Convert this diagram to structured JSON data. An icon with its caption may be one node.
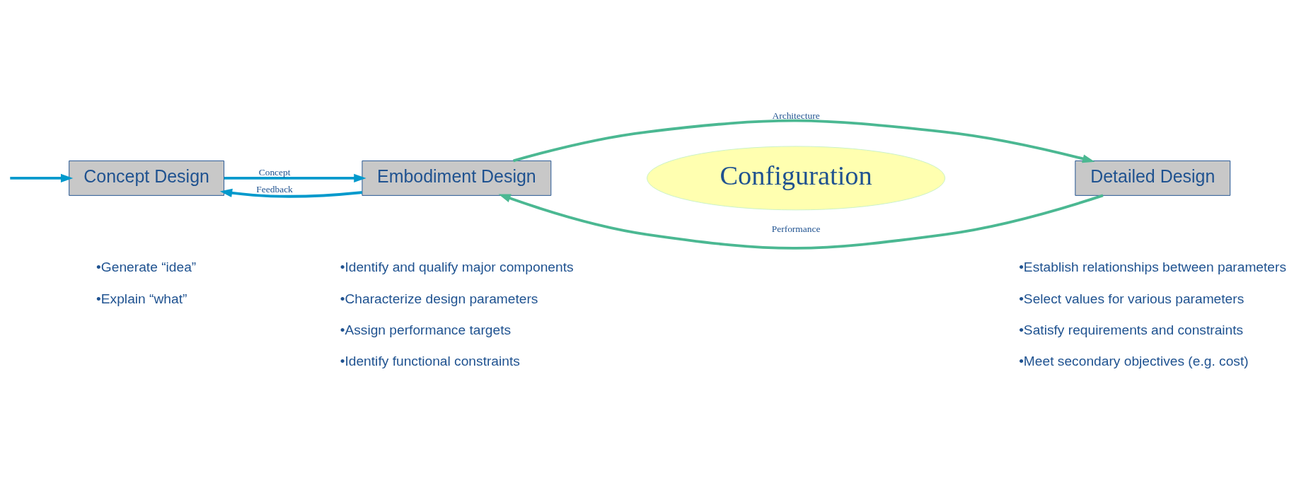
{
  "diagram": {
    "nodes": [
      {
        "text": [
          "Concept Design"
        ],
        "beside": [
          "•Generate “idea”",
          "•Explain “what”"
        ]
      },
      {
        "text": [
          "Embodiment Design"
        ],
        "beside": [
          "•Identify and qualify major components",
          "•Characterize design parameters",
          "•Assign performance targets",
          "•Identify functional constraints"
        ]
      },
      {
        "text": [
          "Detailed Design"
        ],
        "beside": [
          "•Establish relationships between parameters",
          "•Select values for various parameters",
          "•Satisfy requirements and constraints",
          "•Meet secondary objectives (e.g. cost)"
        ]
      },
      {
        "text": [
          "Configuration"
        ]
      }
    ],
    "edges": [
      {
        "from": null,
        "to": 0,
        "arrow": "to"
      },
      {
        "from": 0,
        "to": 1,
        "arrow": "to",
        "label": "Concept"
      },
      {
        "from": 1,
        "to": 0,
        "arrow": "to",
        "label": "Feedback"
      },
      {
        "from": 1,
        "to": 2,
        "arrow": "to",
        "label": "Architecture",
        "color": "#4bb892"
      },
      {
        "from": 2,
        "to": 1,
        "arrow": "to",
        "label": "Performance",
        "color": "#4bb892"
      }
    ]
  }
}
